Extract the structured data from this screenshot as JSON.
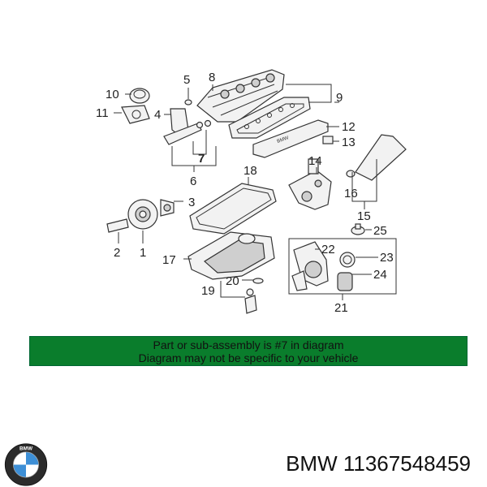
{
  "diagram": {
    "callouts": {
      "c1": "1",
      "c2": "2",
      "c3": "3",
      "c4": "4",
      "c5": "5",
      "c6": "6",
      "c7": "7",
      "c8": "8",
      "c9": "9",
      "c10": "10",
      "c11": "11",
      "c12": "12",
      "c13": "13",
      "c14": "14",
      "c15": "15",
      "c16": "16",
      "c17": "17",
      "c18": "18",
      "c19": "19",
      "c20": "20",
      "c21": "21",
      "c22": "22",
      "c23": "23",
      "c24": "24",
      "c25": "25"
    },
    "cover_stamp": "BMW"
  },
  "banner": {
    "line1": "Part or sub-assembly is #7 in diagram",
    "line2": "Diagram may not be specific to your vehicle",
    "color": "#0a7d2c"
  },
  "footer": {
    "logo_icon": "bmw-roundel-icon",
    "logo_text": "BMW",
    "part_title": "BMW 11367548459"
  }
}
